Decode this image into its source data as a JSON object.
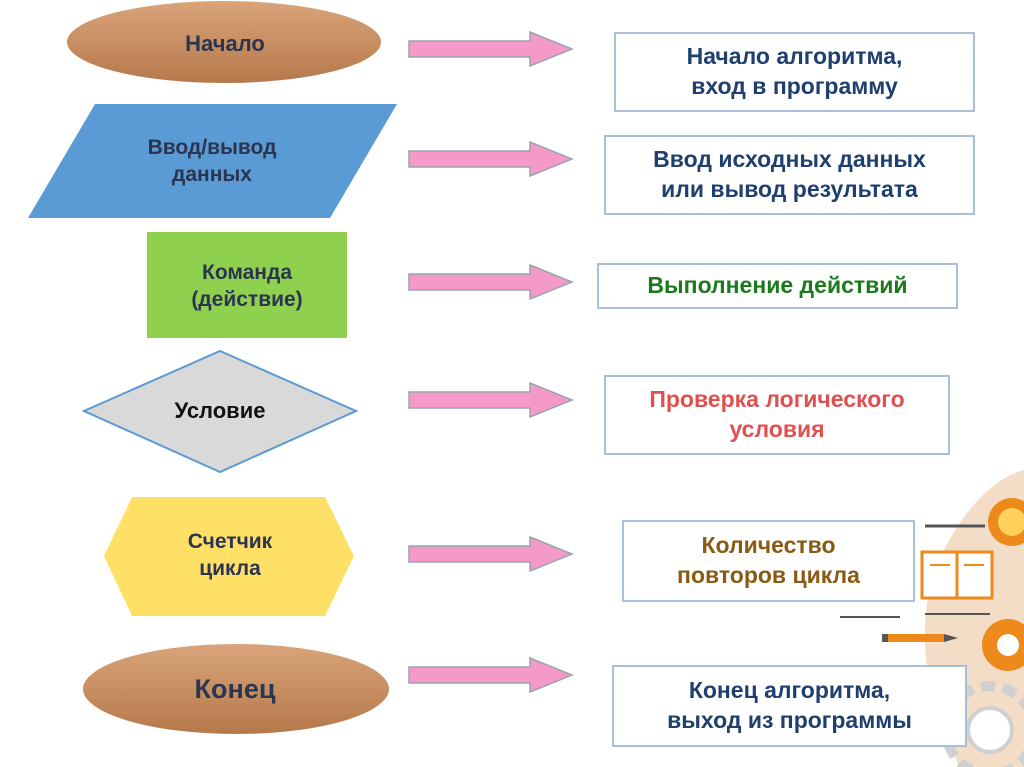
{
  "colors": {
    "terminal_fill": "#c68a5c",
    "io_fill": "#5b9bd5",
    "process_fill": "#8fd14f",
    "decision_fill": "#d9d9d9",
    "loop_fill": "#ffe066",
    "arrow_fill": "#f59ac8",
    "box_border": "#a9bed9",
    "text_blue": "#1f3f6e",
    "text_green": "#1b7a1b",
    "text_red": "#e05050",
    "text_brown": "#8a5a12",
    "shape_text": "#2b3550"
  },
  "rows": [
    {
      "shape": "terminal",
      "shape_label": "Начало",
      "description": "Начало алгоритма,\nвход в программу",
      "description_color": "blue"
    },
    {
      "shape": "input-output",
      "shape_label": "Ввод/вывод\nданных",
      "description": "Ввод исходных данных\nили вывод результата",
      "description_color": "blue"
    },
    {
      "shape": "process",
      "shape_label": "Команда\n(действие)",
      "description": "Выполнение действий",
      "description_color": "green"
    },
    {
      "shape": "decision",
      "shape_label": "Условие",
      "description": "Проверка логического\nусловия",
      "description_color": "red"
    },
    {
      "shape": "loop-counter",
      "shape_label": "Счетчик\nцикла",
      "description": "Количество\nповторов цикла",
      "description_color": "brown"
    },
    {
      "shape": "terminal",
      "shape_label": "Конец",
      "description": "Конец алгоритма,\nвыход из программы",
      "description_color": "blue"
    }
  ],
  "decoration": {
    "icons": [
      "book-icon",
      "pencil-icon",
      "gear-icon",
      "coin-icon"
    ]
  }
}
